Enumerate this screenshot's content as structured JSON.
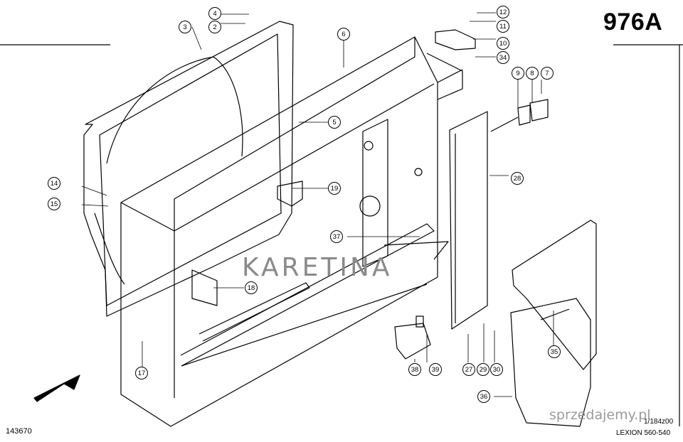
{
  "header": {
    "page_code": "976A"
  },
  "footer": {
    "drawing_number": "143670",
    "ref_code": "1/184z00",
    "model": "LEXION 560-540"
  },
  "watermark": {
    "brand": "KARETINA",
    "site": "sprzedajemy.pl"
  },
  "callouts": [
    "2",
    "3",
    "4",
    "5",
    "6",
    "7",
    "8",
    "9",
    "10",
    "11",
    "12",
    "14",
    "15",
    "17",
    "18",
    "19",
    "27",
    "28",
    "29",
    "30",
    "34",
    "35",
    "36",
    "37",
    "38",
    "39"
  ],
  "colors": {
    "line": "#000000",
    "watermark": "#8a8a8a",
    "site_badge": "#e53935"
  }
}
